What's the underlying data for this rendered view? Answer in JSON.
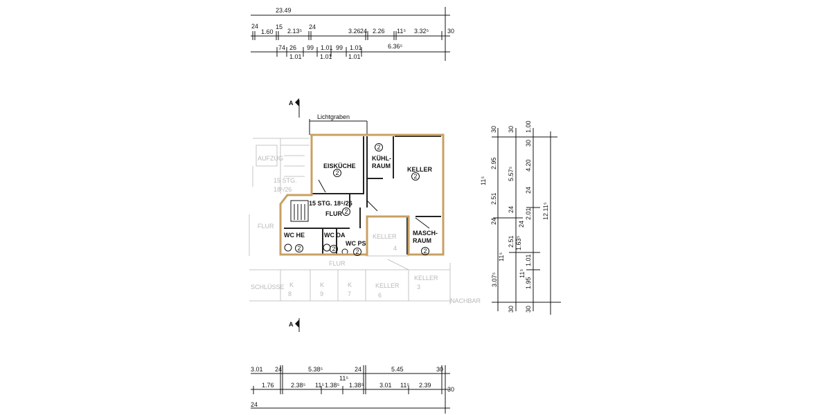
{
  "plan": {
    "section_marker": "A",
    "lightwell_label": "Lichtgraben",
    "outline_color": "#c8a064",
    "rooms": [
      {
        "name": "EISKÜCHE",
        "number": "2"
      },
      {
        "name": "KÜHL-",
        "name2": "RAUM",
        "number": "2"
      },
      {
        "name": "KELLER",
        "number": "2"
      },
      {
        "name": "FLUR",
        "number": "2"
      },
      {
        "name": "15 STG. 18⁵/26"
      },
      {
        "name": "MASCH-",
        "name2": "RAUM",
        "number": "2"
      },
      {
        "name": "WC HE",
        "number": "2"
      },
      {
        "name": "WC DA",
        "number": "2"
      },
      {
        "name": "WC PS",
        "number": "2"
      }
    ],
    "ghost_labels": [
      "AUFZUG",
      "15 STG.",
      "18⁵/26",
      "FLUR",
      "FLUR",
      "KELLER",
      "4",
      "SCHLÜSSE",
      "K",
      "8",
      "K",
      "9",
      "K",
      "7",
      "KELLER",
      "6",
      "KELLER",
      "3",
      "NACHBAR"
    ]
  },
  "dimensions": {
    "top": [
      "23.49",
      "24",
      "1.60",
      "15",
      "2.13⁵",
      "24",
      "3.26",
      "24",
      "2.26",
      "11⁵",
      "3.32⁵",
      "30",
      "74",
      "26",
      "99",
      "1.01",
      "99",
      "1.01",
      "6.36⁵",
      "1.01",
      "1.01",
      "1.01"
    ],
    "right": [
      "30",
      "2.95",
      "11⁵",
      "2.51",
      "24",
      "30",
      "5.57⁵",
      "24",
      "2.51",
      "11⁵",
      "3.07⁵",
      "30",
      "1.00",
      "30",
      "4.20",
      "24",
      "2.01",
      "24",
      "1.63⁵",
      "1.01",
      "11⁵",
      "1.95",
      "30",
      "12.11⁵"
    ],
    "bottom": [
      "3.01",
      "24",
      "5.38⁵",
      "24",
      "5.45",
      "30",
      "1.76",
      "2.38⁵",
      "11⁵",
      "1.38⁵",
      "11⁵",
      "1.38⁵",
      "3.01",
      "11⁵",
      "2.39",
      "30",
      "24"
    ]
  }
}
